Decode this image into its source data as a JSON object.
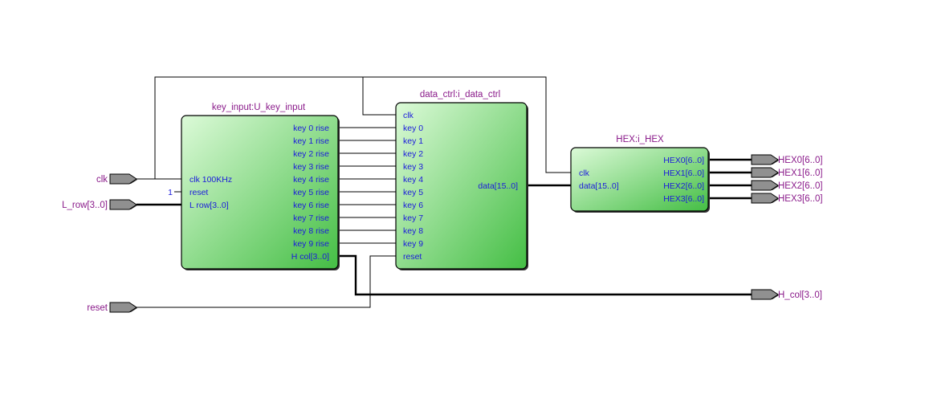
{
  "colors": {
    "block_light": "#d9f9d6",
    "block_dark": "#46c046",
    "port_text": "#1a1adc",
    "title_text": "#8a1a8a",
    "pin_fill": "#909090"
  },
  "inputs": [
    {
      "name": "clk"
    },
    {
      "name": "L_row[3..0]"
    },
    {
      "name": "reset"
    }
  ],
  "outputs": [
    {
      "name": "HEX0[6..0]"
    },
    {
      "name": "HEX1[6..0]"
    },
    {
      "name": "HEX2[6..0]"
    },
    {
      "name": "HEX3[6..0]"
    },
    {
      "name": "H_col[3..0]"
    }
  ],
  "blocks": {
    "key_input": {
      "title": "key_input:U_key_input",
      "in_ports": [
        "clk_100KHz",
        "reset",
        "L_row[3..0]"
      ],
      "reset_const": "1",
      "out_ports": [
        "key_0_rise",
        "key_1_rise",
        "key_2_rise",
        "key_3_rise",
        "key_4_rise",
        "key_5_rise",
        "key_6_rise",
        "key_7_rise",
        "key_8_rise",
        "key_9_rise",
        "H_col[3..0]"
      ]
    },
    "data_ctrl": {
      "title": "data_ctrl:i_data_ctrl",
      "in_ports": [
        "clk",
        "key_0",
        "key_1",
        "key_2",
        "key_3",
        "key_4",
        "key_5",
        "key_6",
        "key_7",
        "key_8",
        "key_9",
        "reset"
      ],
      "out_ports": [
        "data[15..0]"
      ]
    },
    "hex": {
      "title": "HEX:i_HEX",
      "in_ports": [
        "clk",
        "data[15..0]"
      ],
      "out_ports": [
        "HEX0[6..0]",
        "HEX1[6..0]",
        "HEX2[6..0]",
        "HEX3[6..0]"
      ]
    }
  }
}
